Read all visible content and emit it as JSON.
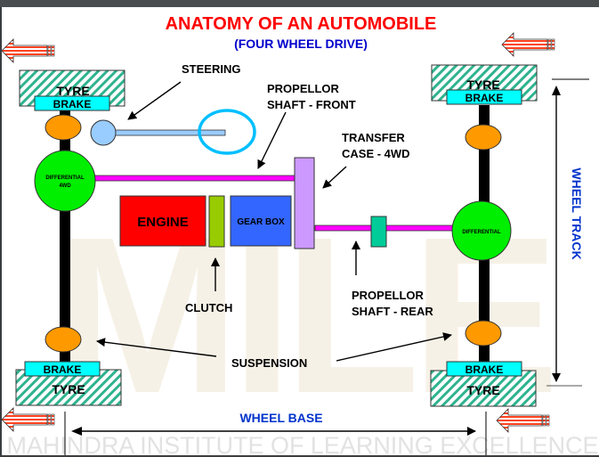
{
  "title": "ANATOMY OF AN AUTOMOBILE",
  "subtitle": "(FOUR WHEEL DRIVE)",
  "watermark": {
    "logo": "MILE",
    "footer": "MAHINDRA INSTITUTE OF LEARNING EXCELLENCE"
  },
  "components": {
    "tyre": "TYRE",
    "brake": "BRAKE",
    "engine": "ENGINE",
    "gearbox": "GEAR BOX",
    "differential_front_line1": "DIFFERENTIAL",
    "differential_front_line2": "4WD",
    "differential_rear": "DIFFERENTIAL"
  },
  "callouts": {
    "steering": "STEERING",
    "prop_front_line1": "PROPELLOR",
    "prop_front_line2": "SHAFT - FRONT",
    "transfer_line1": "TRANSFER",
    "transfer_line2": "CASE - 4WD",
    "clutch": "CLUTCH",
    "prop_rear_line1": "PROPELLOR",
    "prop_rear_line2": "SHAFT - REAR",
    "suspension": "SUSPENSION"
  },
  "dimensions": {
    "wheel_base": "WHEEL BASE",
    "wheel_track": "WHEEL TRACK"
  },
  "colors": {
    "title": "#ff0000",
    "subtitle": "#0000cc",
    "dimension_text": "#0033cc",
    "tyre_hatch": "#2fb38f",
    "brake": "#00ffff",
    "suspension": "#ff9900",
    "differential": "#00ee00",
    "engine": "#ff0000",
    "clutch": "#99cc00",
    "gearbox": "#3366ff",
    "transfer_case": "#cc99ff",
    "prop_shaft": "#ff00ff",
    "joint": "#00cc99",
    "steering": "#99ccff",
    "steering_wheel": "#00bfff",
    "direction_arrow": "#ff4422",
    "watermark": "#f6f1e6"
  }
}
